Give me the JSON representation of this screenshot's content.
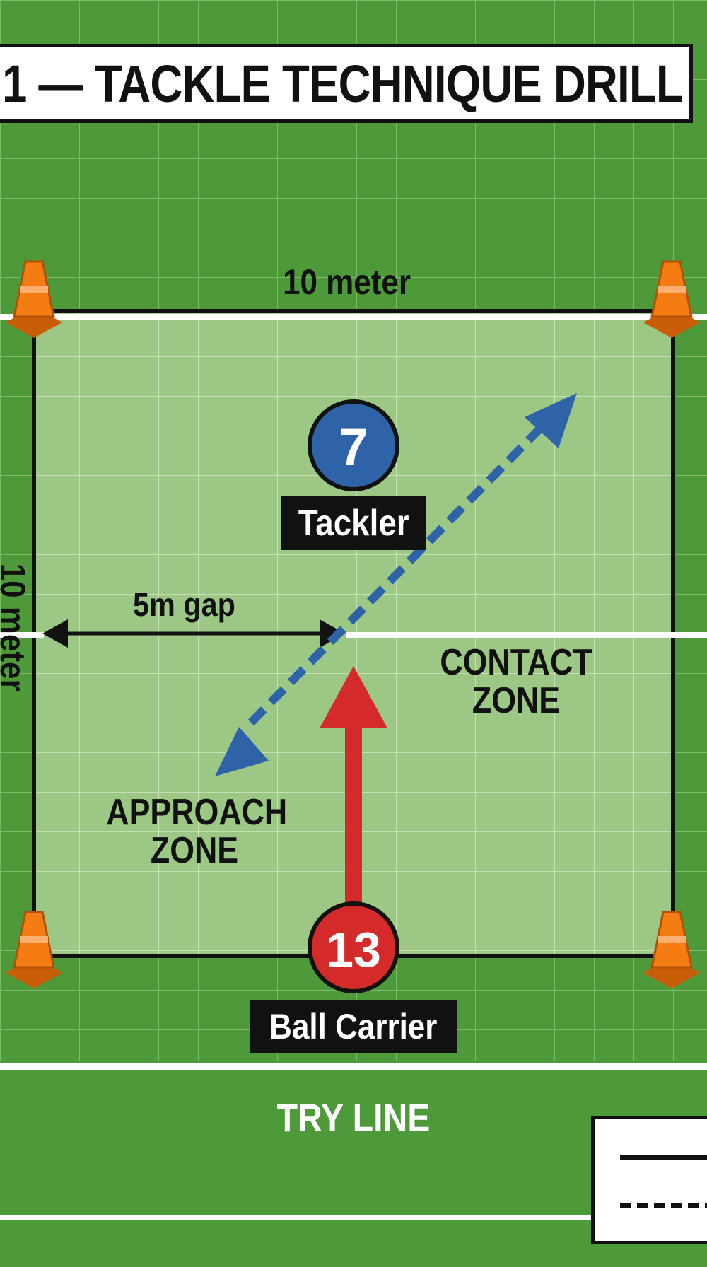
{
  "title": "1 — TACKLE TECHNIQUE DRILL",
  "dimensions": {
    "top": "10 meter",
    "side": "10 meter"
  },
  "gap_label": "5m gap",
  "zones": {
    "contact": [
      "CONTACT",
      "ZONE"
    ],
    "approach": [
      "APPROACH",
      "ZONE"
    ]
  },
  "players": {
    "tackler": {
      "number": "7",
      "label": "Tackler",
      "color": "#2f63a8"
    },
    "ball_carrier": {
      "number": "13",
      "label": "Ball Carrier",
      "color": "#d42a2a"
    }
  },
  "try_line": "TRY LINE",
  "colors": {
    "grass": "#4e9a3a",
    "grid_zone": "#9cc785",
    "cone": "#f57c13",
    "line": "#ffffff"
  },
  "icons": [
    "cone-icon",
    "double-arrow-icon",
    "run-arrow-icon",
    "dashed-arrow-icon"
  ]
}
